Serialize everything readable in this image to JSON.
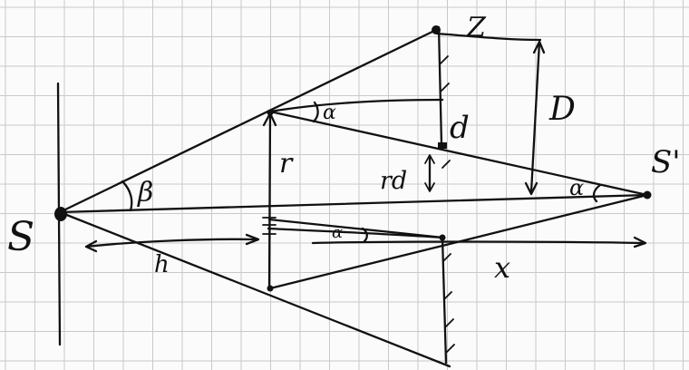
{
  "labels": {
    "source": "S",
    "image": "S'",
    "top_point": "Z",
    "beta": "β",
    "alpha_top": "α",
    "alpha_right": "α",
    "alpha_bottom": "α",
    "d": "d",
    "D": "D",
    "r": "r",
    "rd": "rd",
    "h": "h",
    "x": "x"
  },
  "colors": {
    "ink": "#111111",
    "grid": "#c9c9c9",
    "paper": "#fbfbfb"
  }
}
